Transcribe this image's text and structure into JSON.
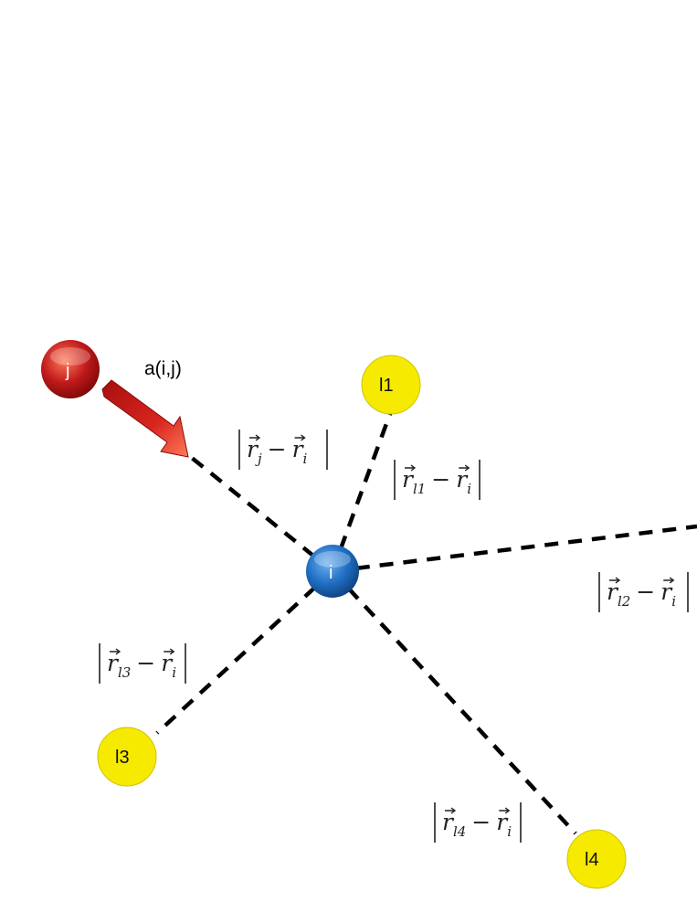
{
  "nodes": {
    "i": {
      "label": "i",
      "color": "#1f6fc4"
    },
    "j": {
      "label": "j",
      "color": "#c01a1a"
    },
    "l1": {
      "label": "l1",
      "color": "#f5ea00"
    },
    "l3": {
      "label": "l3",
      "color": "#f5ea00"
    },
    "l4": {
      "label": "l4",
      "color": "#f5ea00"
    }
  },
  "arrow": {
    "label": "a(i,j)",
    "color": "#c01a1a"
  },
  "distances": {
    "j": {
      "r": "r",
      "sub": "j",
      "minus": "−",
      "r2": "r",
      "sub2": "i"
    },
    "l1": {
      "r": "r",
      "sub": "l1",
      "minus": "−",
      "r2": "r",
      "sub2": "i"
    },
    "l2": {
      "r": "r",
      "sub": "l2",
      "minus": "−",
      "r2": "r",
      "sub2": "i"
    },
    "l3": {
      "r": "r",
      "sub": "l3",
      "minus": "−",
      "r2": "r",
      "sub2": "i"
    },
    "l4": {
      "r": "r",
      "sub": "l4",
      "minus": "−",
      "r2": "r",
      "sub2": "i"
    }
  }
}
